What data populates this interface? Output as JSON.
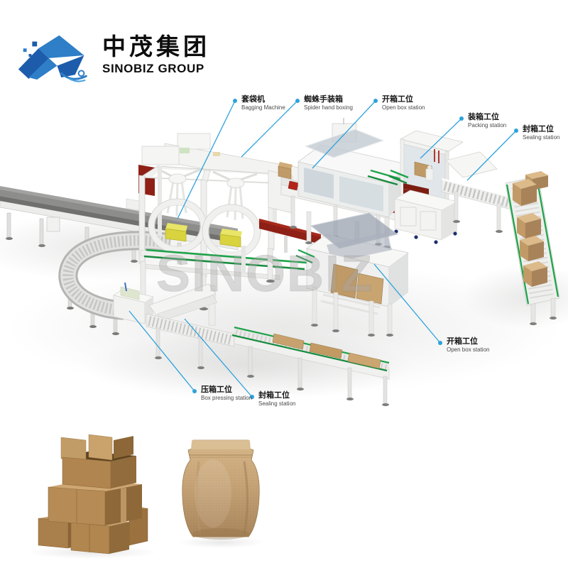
{
  "logo": {
    "company_name_cn": "中茂集团",
    "company_name_en": "SINOBIZ GROUP"
  },
  "watermark": "SINOBIZ",
  "callouts": [
    {
      "id": "bagging-machine",
      "cn": "套袋机",
      "en": "Bagging Machine"
    },
    {
      "id": "spider-hand-boxing",
      "cn": "蜘蛛手装箱",
      "en": "Spider hand boxing"
    },
    {
      "id": "open-box-station-top",
      "cn": "开箱工位",
      "en": "Open box station"
    },
    {
      "id": "packing-station",
      "cn": "装箱工位",
      "en": "Packing station"
    },
    {
      "id": "sealing-station-right",
      "cn": "封箱工位",
      "en": "Sealing station"
    },
    {
      "id": "open-box-station-bottom",
      "cn": "开箱工位",
      "en": "Open box station"
    },
    {
      "id": "box-pressing-station",
      "cn": "压箱工位",
      "en": "Box pressing station"
    },
    {
      "id": "sealing-station-bottom",
      "cn": "封箱工位",
      "en": "Sealing station"
    }
  ],
  "images": {
    "left_product": "carton-boxes-photo",
    "right_product": "kraft-stand-up-pouch-photo"
  },
  "colors": {
    "callout_blue": "#2da2dc",
    "logo_blue_dark": "#1d5cab",
    "logo_blue_light": "#2e7ec8",
    "machine_red": "#8e2016",
    "rail_green": "#1ea34a",
    "kraft_brown": "#c09a68",
    "watermark_gray": "#a8a8a8"
  }
}
